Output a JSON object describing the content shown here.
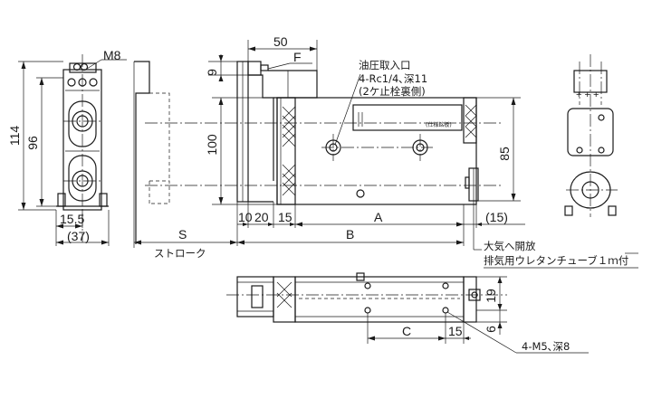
{
  "front_view": {
    "dim_overall_height": "114",
    "dim_mount_pitch": "96",
    "dim_width_offset": "15.5",
    "dim_width_ref": "(37)",
    "label_thread": "M8"
  },
  "side_view": {
    "dim_offset_50": "50",
    "dim_9": "9",
    "label_F": "F",
    "dim_height_100": "100",
    "dim_height_85": "85",
    "dim_10": "10",
    "dim_20": "20",
    "dim_15": "15",
    "dim_A": "A",
    "dim_15_ref": "(15)",
    "dim_S": "S",
    "label_stroke": "ストローク",
    "dim_B": "B",
    "nameplate": "(仕様銘板)",
    "port_note_1": "油圧取入口",
    "port_note_2": "4-Rc1/4､深11",
    "port_note_3": "(2ケ止栓裏側)",
    "exhaust_note_1": "大気へ開放",
    "exhaust_note_2": "排気用ウレタンチューブ１ｍ付"
  },
  "bottom_view": {
    "dim_19": "19",
    "dim_6": "6",
    "dim_C": "C",
    "dim_15": "15",
    "hole_note": "4-M5､深8"
  }
}
